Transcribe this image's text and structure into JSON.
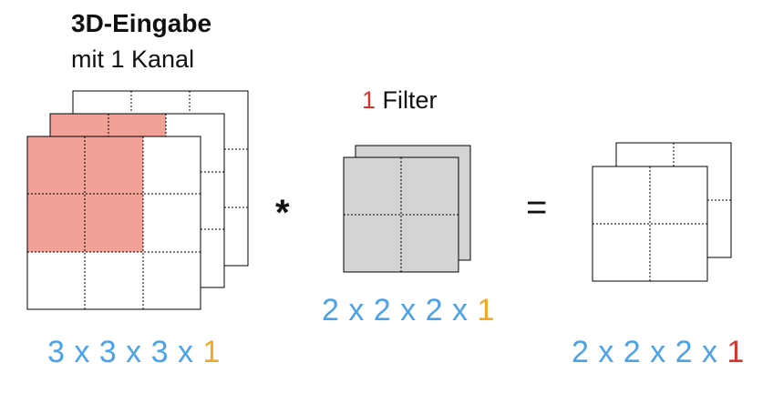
{
  "input": {
    "title": "3D-Eingabe",
    "subtitle": "mit 1 Kanal",
    "grid_size": 3,
    "depth_slices": 3,
    "highlighted_cells": 2,
    "highlight_color": "#f2a197",
    "dims_text": "3 x 3 x 3 x ",
    "dims_last": "1"
  },
  "operator_convolve": "*",
  "operator_equals": "=",
  "filter": {
    "count": "1",
    "label": " Filter",
    "grid_size": 2,
    "depth_slices": 2,
    "fill_color": "#d4d4d4",
    "dims_text": "2 x 2 x 2 x ",
    "dims_last": "1"
  },
  "output": {
    "grid_size": 2,
    "depth_slices": 2,
    "dims_text": "2 x 2 x 2 x ",
    "dims_last": "1"
  },
  "colors": {
    "dims_blue": "#4aa3e8",
    "accent_orange": "#f5a623",
    "accent_red": "#d8332a"
  }
}
